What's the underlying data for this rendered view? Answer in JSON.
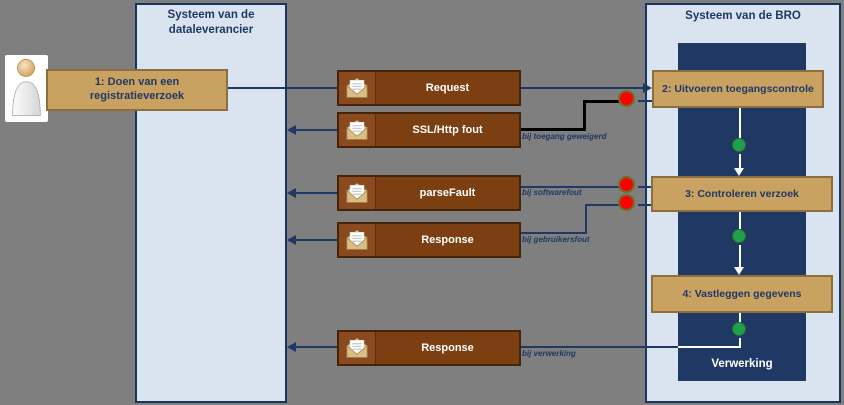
{
  "panels": {
    "supplier": {
      "title": "Systeem van de dataleverancier"
    },
    "bro": {
      "title": "Systeem van de BRO",
      "process_label": "Verwerking"
    }
  },
  "steps": {
    "step1": "1: Doen van een registratieverzoek",
    "step2": "2: Uitvoeren toegangscontrole",
    "step3": "3: Controleren verzoek",
    "step4": "4: Vastleggen gegevens"
  },
  "messages": {
    "request": {
      "label": "Request"
    },
    "ssl_fout": {
      "label": "SSL/Http fout",
      "note": "bij toegang geweigerd"
    },
    "parse_fault": {
      "label": "parseFault",
      "note": "bij softwarefout"
    },
    "response_afkeur": {
      "label": "Response",
      "note": "bij gebruikersfout"
    },
    "response_verwerking": {
      "label": "Response",
      "note": "bij verwerking"
    }
  },
  "icons": {
    "actor": "person-icon",
    "message": "envelope-icon",
    "error_marker": "error-dot",
    "success_marker": "success-dot"
  },
  "colors": {
    "background": "#7F7F7F",
    "panel_fill": "#DAE3F0",
    "panel_border": "#17365D",
    "band_fill": "#1F3864",
    "step_fill": "#C9A262",
    "step_border": "#8B6F3E",
    "message_fill": "#7B3F12",
    "message_border": "#45220A",
    "line": "#1F3864",
    "error_dot": "#FE0000",
    "success_dot": "#1CA24B"
  }
}
